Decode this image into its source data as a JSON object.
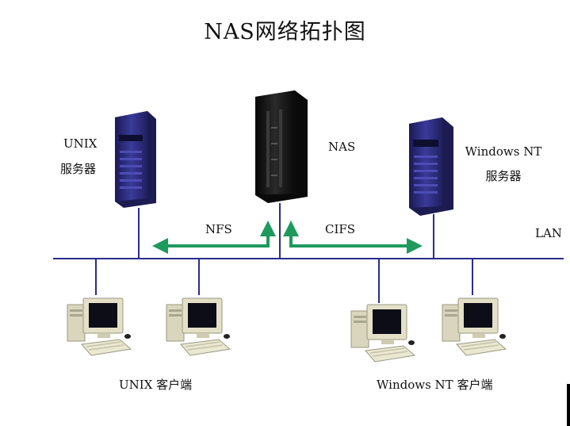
{
  "title": "NAS网络拓扑图",
  "nodes": {
    "unix_server": {
      "line1": "UNIX",
      "line2": "服务器"
    },
    "nas": {
      "label": "NAS"
    },
    "windows_server": {
      "line1": "Windows NT",
      "line2": "服务器"
    }
  },
  "protocols": {
    "nfs": "NFS",
    "cifs": "CIFS"
  },
  "network": {
    "lan_label": "LAN"
  },
  "clients": {
    "unix_group": "UNIX 客户端",
    "windows_group": "Windows NT 客户端"
  },
  "colors": {
    "lan_line": "#2b2c8c",
    "arrow": "#1e9a5c",
    "server_blue": "#2a2a78",
    "nas_black": "#151515",
    "monitor_beige": "#e3e0c7"
  }
}
